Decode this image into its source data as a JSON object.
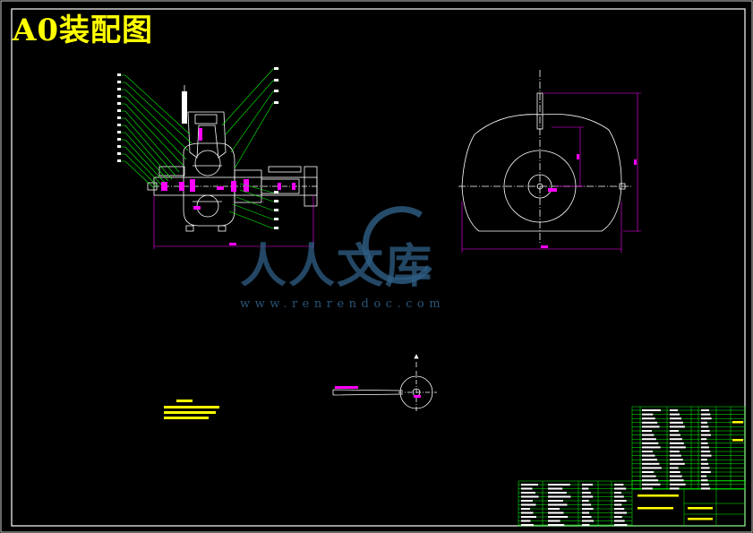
{
  "title": "A0装配图",
  "watermark": {
    "brand": "人人文库",
    "url": "www.renrendoc.com"
  },
  "colors": {
    "background": "#000000",
    "frame": "#ffffff",
    "drawing": "#ffffff",
    "dimension": "#ff00ff",
    "leader": "#00ff00",
    "title": "#ffff00",
    "watermark": "#2f5f86"
  }
}
